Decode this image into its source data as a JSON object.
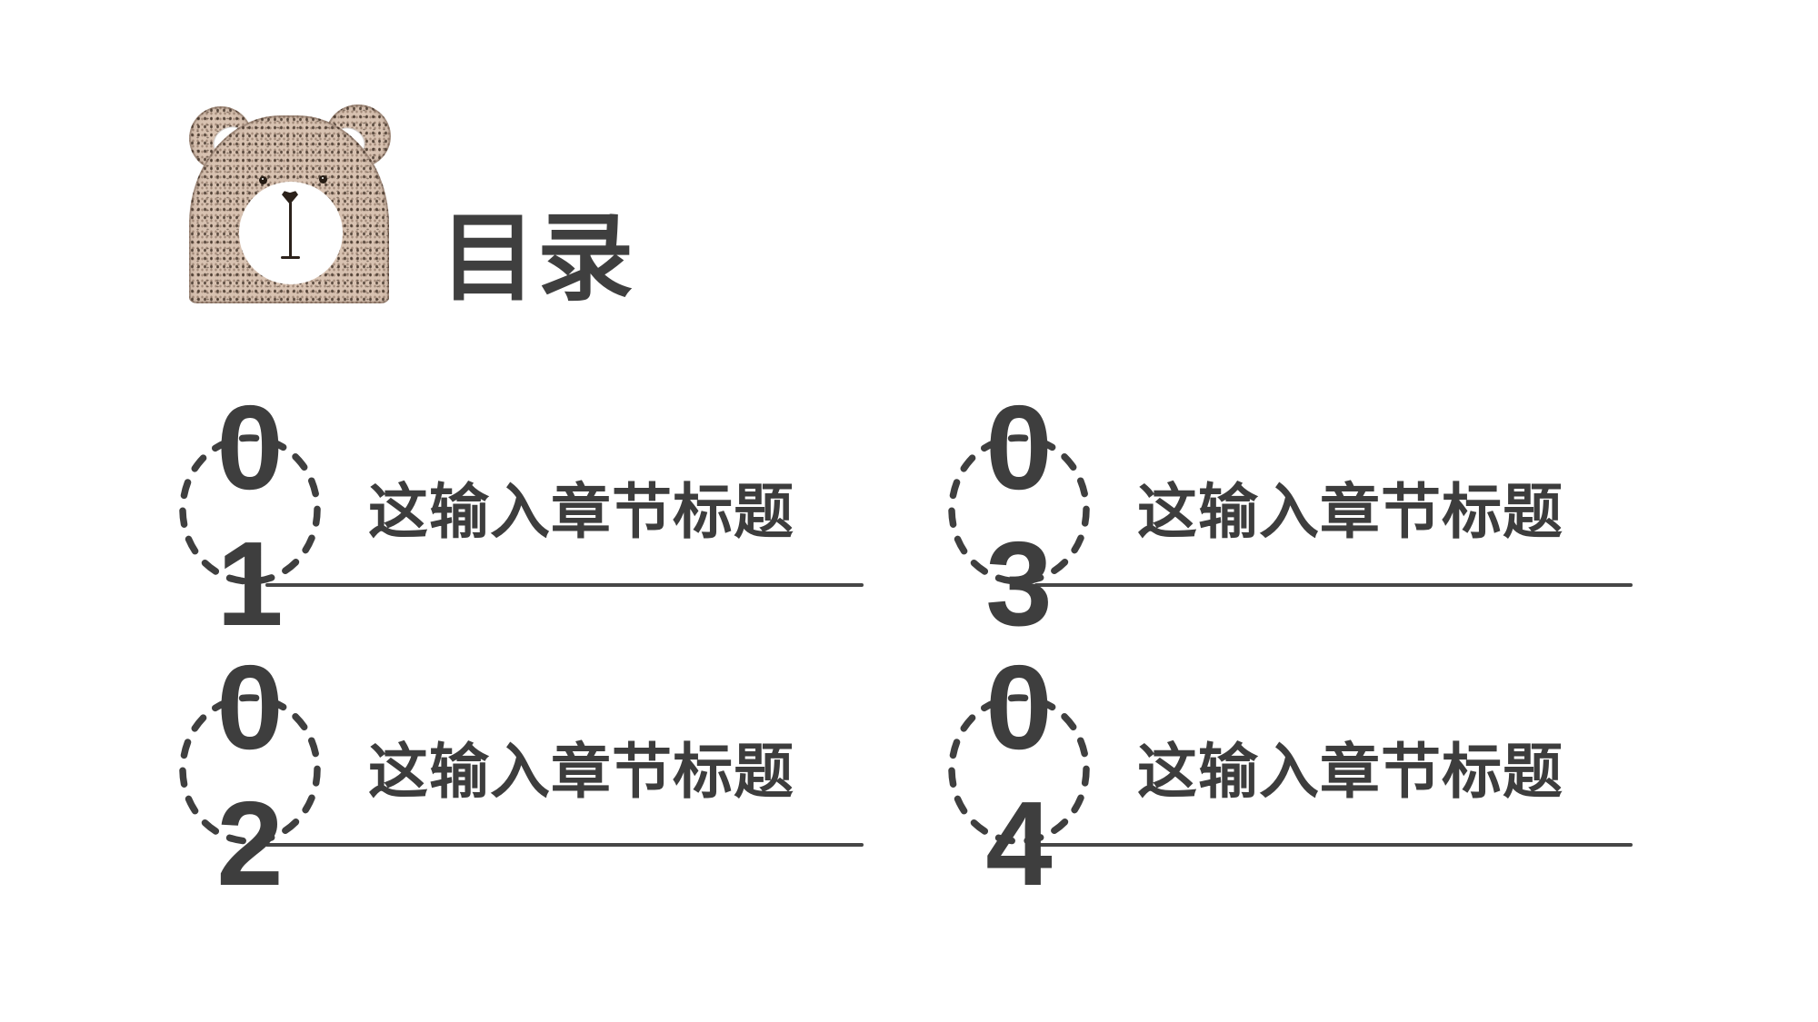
{
  "slide": {
    "title": "目录",
    "background": "#ffffff",
    "text_color": "#3f3f3f",
    "line_color": "#464646"
  },
  "bear": {
    "description": "hand-drawn teddy bear illustration",
    "fur_color": "#d8c2b1",
    "outline_color": "#4a372a",
    "muzzle_color": "#ffffff"
  },
  "toc": {
    "items": [
      {
        "id": "01",
        "digit_top": "0",
        "digit_bottom": "1",
        "label": "这输入章节标题"
      },
      {
        "id": "02",
        "digit_top": "0",
        "digit_bottom": "2",
        "label": "这输入章节标题"
      },
      {
        "id": "03",
        "digit_top": "0",
        "digit_bottom": "3",
        "label": "这输入章节标题"
      },
      {
        "id": "04",
        "digit_top": "0",
        "digit_bottom": "4",
        "label": "这输入章节标题"
      }
    ]
  }
}
